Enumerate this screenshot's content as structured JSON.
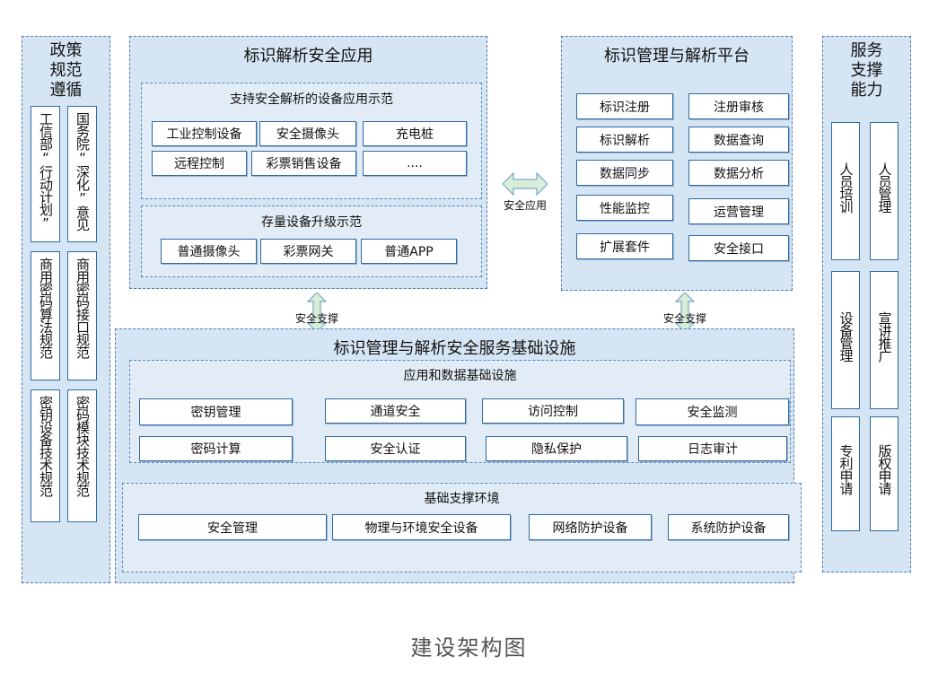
{
  "left_panel": {
    "title": "政策\n规范\n遵循",
    "boxes": [
      "工信部“行动计划”",
      "国务院“深化”意见",
      "商用密码算法规范",
      "商用密码接口规范",
      "密钥设备技术规范",
      "密码模块技术规范"
    ]
  },
  "app_panel": {
    "title": "标识解析安全应用",
    "demo": {
      "title": "支持安全解析的设备应用示范",
      "items": [
        "工业控制设备",
        "安全摄像头",
        "充电桩",
        "远程控制",
        "彩票销售设备",
        "...."
      ]
    },
    "upgrade": {
      "title": "存量设备升级示范",
      "items": [
        "普通摄像头",
        "彩票网关",
        "普通APP"
      ]
    }
  },
  "platform_panel": {
    "title": "标识管理与解析平台",
    "items": [
      "标识注册",
      "注册审核",
      "标识解析",
      "数据查询",
      "数据同步",
      "数据分析",
      "性能监控",
      "运营管理",
      "扩展套件",
      "安全接口"
    ]
  },
  "right_panel": {
    "title": "服务\n支撑\n能力",
    "boxes": [
      "人员培训",
      "人员管理",
      "设备管理",
      "宣讲推广",
      "专利申请",
      "版权申请"
    ]
  },
  "arrows": {
    "horizontal": "安全应用",
    "left_vertical": "安全支撑",
    "right_vertical": "安全支撑"
  },
  "infra_panel": {
    "title": "标识管理与解析安全服务基础设施",
    "app_data": {
      "title": "应用和数据基础设施",
      "items": [
        "密钥管理",
        "通道安全",
        "访问控制",
        "安全监测",
        "密码计算",
        "安全认证",
        "隐私保护",
        "日志审计"
      ]
    },
    "env": {
      "title": "基础支撑环境",
      "items": [
        "安全管理",
        "物理与环境安全设备",
        "网络防护设备",
        "系统防护设备"
      ]
    }
  },
  "caption": "建设架构图",
  "colors": {
    "panel_fill": "#d6e5f3",
    "panel_border": "#4f7fb0",
    "box_border": "#2e6aa3",
    "arrow_fill": "#d8eed8",
    "arrow_stroke": "#7aa6c9"
  }
}
